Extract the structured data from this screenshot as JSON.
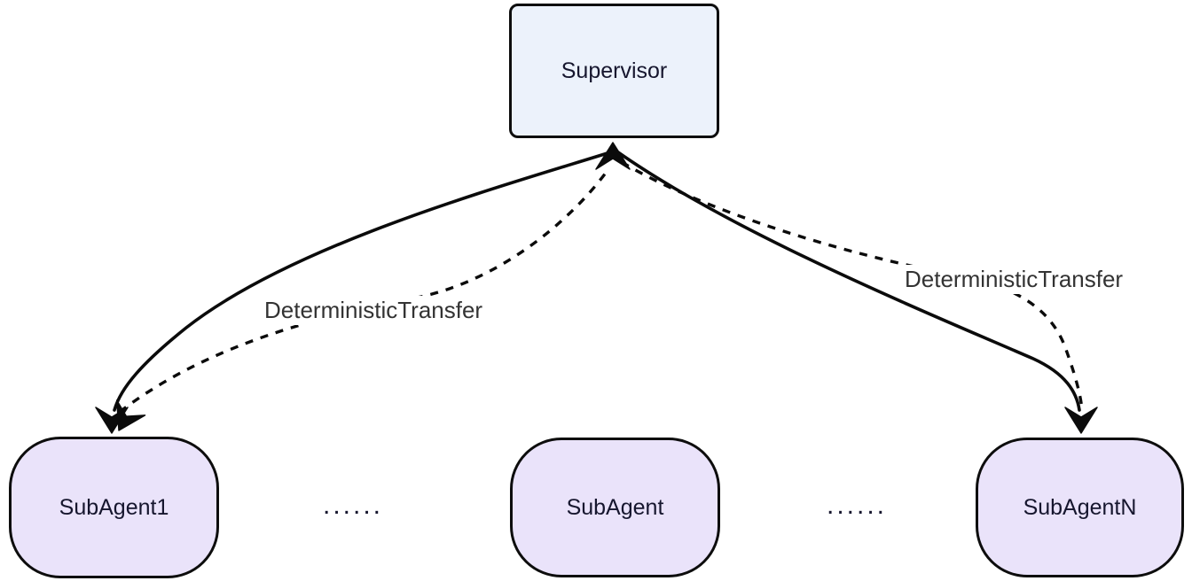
{
  "diagram": {
    "nodes": {
      "supervisor": {
        "label": "Supervisor",
        "shape": "rounded-rect"
      },
      "subagent1": {
        "label": "SubAgent1",
        "shape": "stadium"
      },
      "subagent_mid": {
        "label": "SubAgent",
        "shape": "stadium"
      },
      "subagentn": {
        "label": "SubAgentN",
        "shape": "stadium"
      }
    },
    "ellipsis": {
      "left": "......",
      "right": "......"
    },
    "edges": {
      "supervisor_to_subagent1": {
        "style": "solid",
        "arrow": "down-at-subagent1"
      },
      "subagent1_to_supervisor": {
        "style": "dashed",
        "label": "DeterministicTransfer",
        "arrow": "up-at-supervisor"
      },
      "supervisor_to_subagentn": {
        "style": "solid",
        "arrow": "down-at-subagentn"
      },
      "subagentn_to_supervisor": {
        "style": "dashed",
        "label": "DeterministicTransfer",
        "arrow": "up-at-supervisor"
      }
    },
    "colors": {
      "background": "#ffffff",
      "supervisor_fill": "#ecf2fb",
      "subagent_fill": "#eae3fa",
      "node_border": "#0d0d0d",
      "edge_stroke": "#0b0b0b",
      "node_text": "#16162e",
      "edge_label_text": "#333333"
    }
  }
}
